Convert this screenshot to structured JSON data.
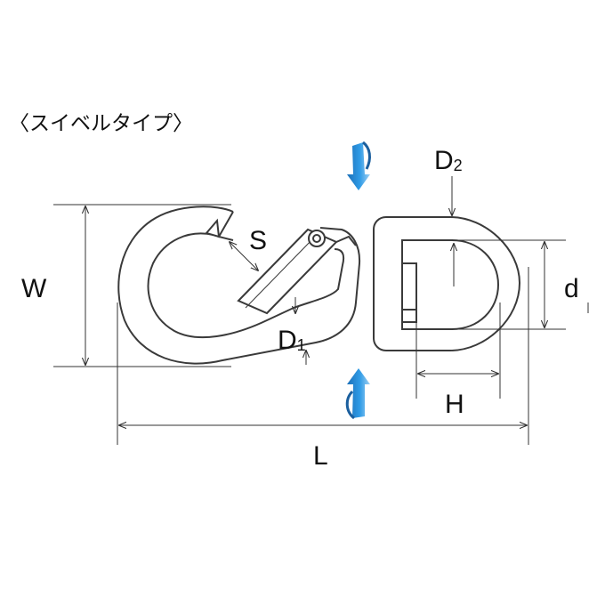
{
  "title": "〈スイベルタイプ〉",
  "labels": {
    "w": "W",
    "s": "S",
    "d1_main": "D",
    "d1_sub": "1",
    "d2_main": "D",
    "d2_sub": "2",
    "d": "d",
    "h": "H",
    "l": "L"
  },
  "colors": {
    "outline": "#3a3a3a",
    "arrow_blue": "#2f8fdc",
    "arrow_blue_dark": "#1b5f9e",
    "arrow_blue_light": "#a9d4f2"
  },
  "icons": {
    "rotate_down": "rotation-arrow-down-icon",
    "rotate_up": "rotation-arrow-up-icon"
  }
}
